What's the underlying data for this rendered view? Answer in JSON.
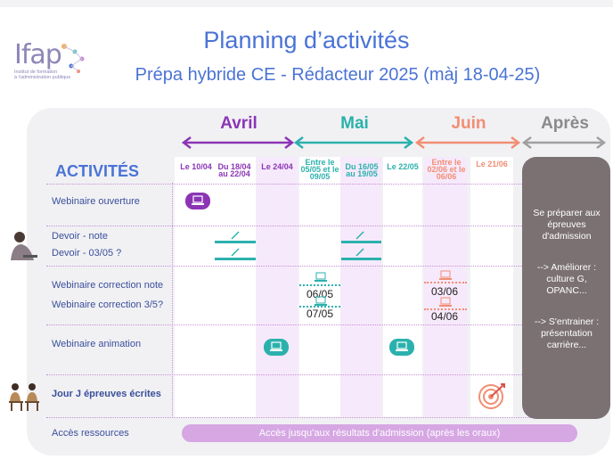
{
  "logo": {
    "name": "Ifap",
    "subtitle": "Institut de formation\nà l'administration publique"
  },
  "title": "Planning d’activités",
  "subtitle": "Prépa hybride CE - Rédacteur 2025 (màj 18-04-25)",
  "activites_label": "ACTIVITÉS",
  "months": [
    "Avril",
    "Mai",
    "Juin",
    "Après"
  ],
  "colors": {
    "avril": "#8b35b5",
    "mai": "#2bb1ad",
    "juin": "#f28e74",
    "apres": "#8a8a8a",
    "title": "#4a73d6",
    "label": "#3a4f9a"
  },
  "date_headers": {
    "h1": "Le 10/04",
    "h2": "Du 18/04 au 22/04",
    "h3": "Le 24/04",
    "h4": "Entre le 05/05 et le 09/05",
    "h5": "Du 16/05 au 19/05",
    "h6": "Le 22/05",
    "h7": "Entre le 02/06 et le 06/06",
    "h8": "Le 21/06"
  },
  "rows": {
    "r1": "Webinaire ouverture",
    "r2a": "Devoir - note",
    "r2b": "Devoir - 03/05 ?",
    "r3a": "Webinaire correction note",
    "r3b": "Webinaire correction 3/5?",
    "r4": "Webinaire animation",
    "r5": "Jour J épreuves écrites",
    "r6": "Accès ressources"
  },
  "cell_dates": {
    "c1": "06/05",
    "c2": "07/05",
    "c3": "03/06",
    "c4": "04/06"
  },
  "apres": {
    "p1": "Se préparer aux épreuves d'admission",
    "p2": "--> Améliorer : culture G, OPANC...",
    "p3": "--> S'entrainer : présentation carrière..."
  },
  "access_bar": "Accès jusqu’aux résultats d'admission (après les oraux)",
  "icons": [
    "webinar-icon",
    "pencil-icon",
    "target-icon",
    "student-icon"
  ]
}
